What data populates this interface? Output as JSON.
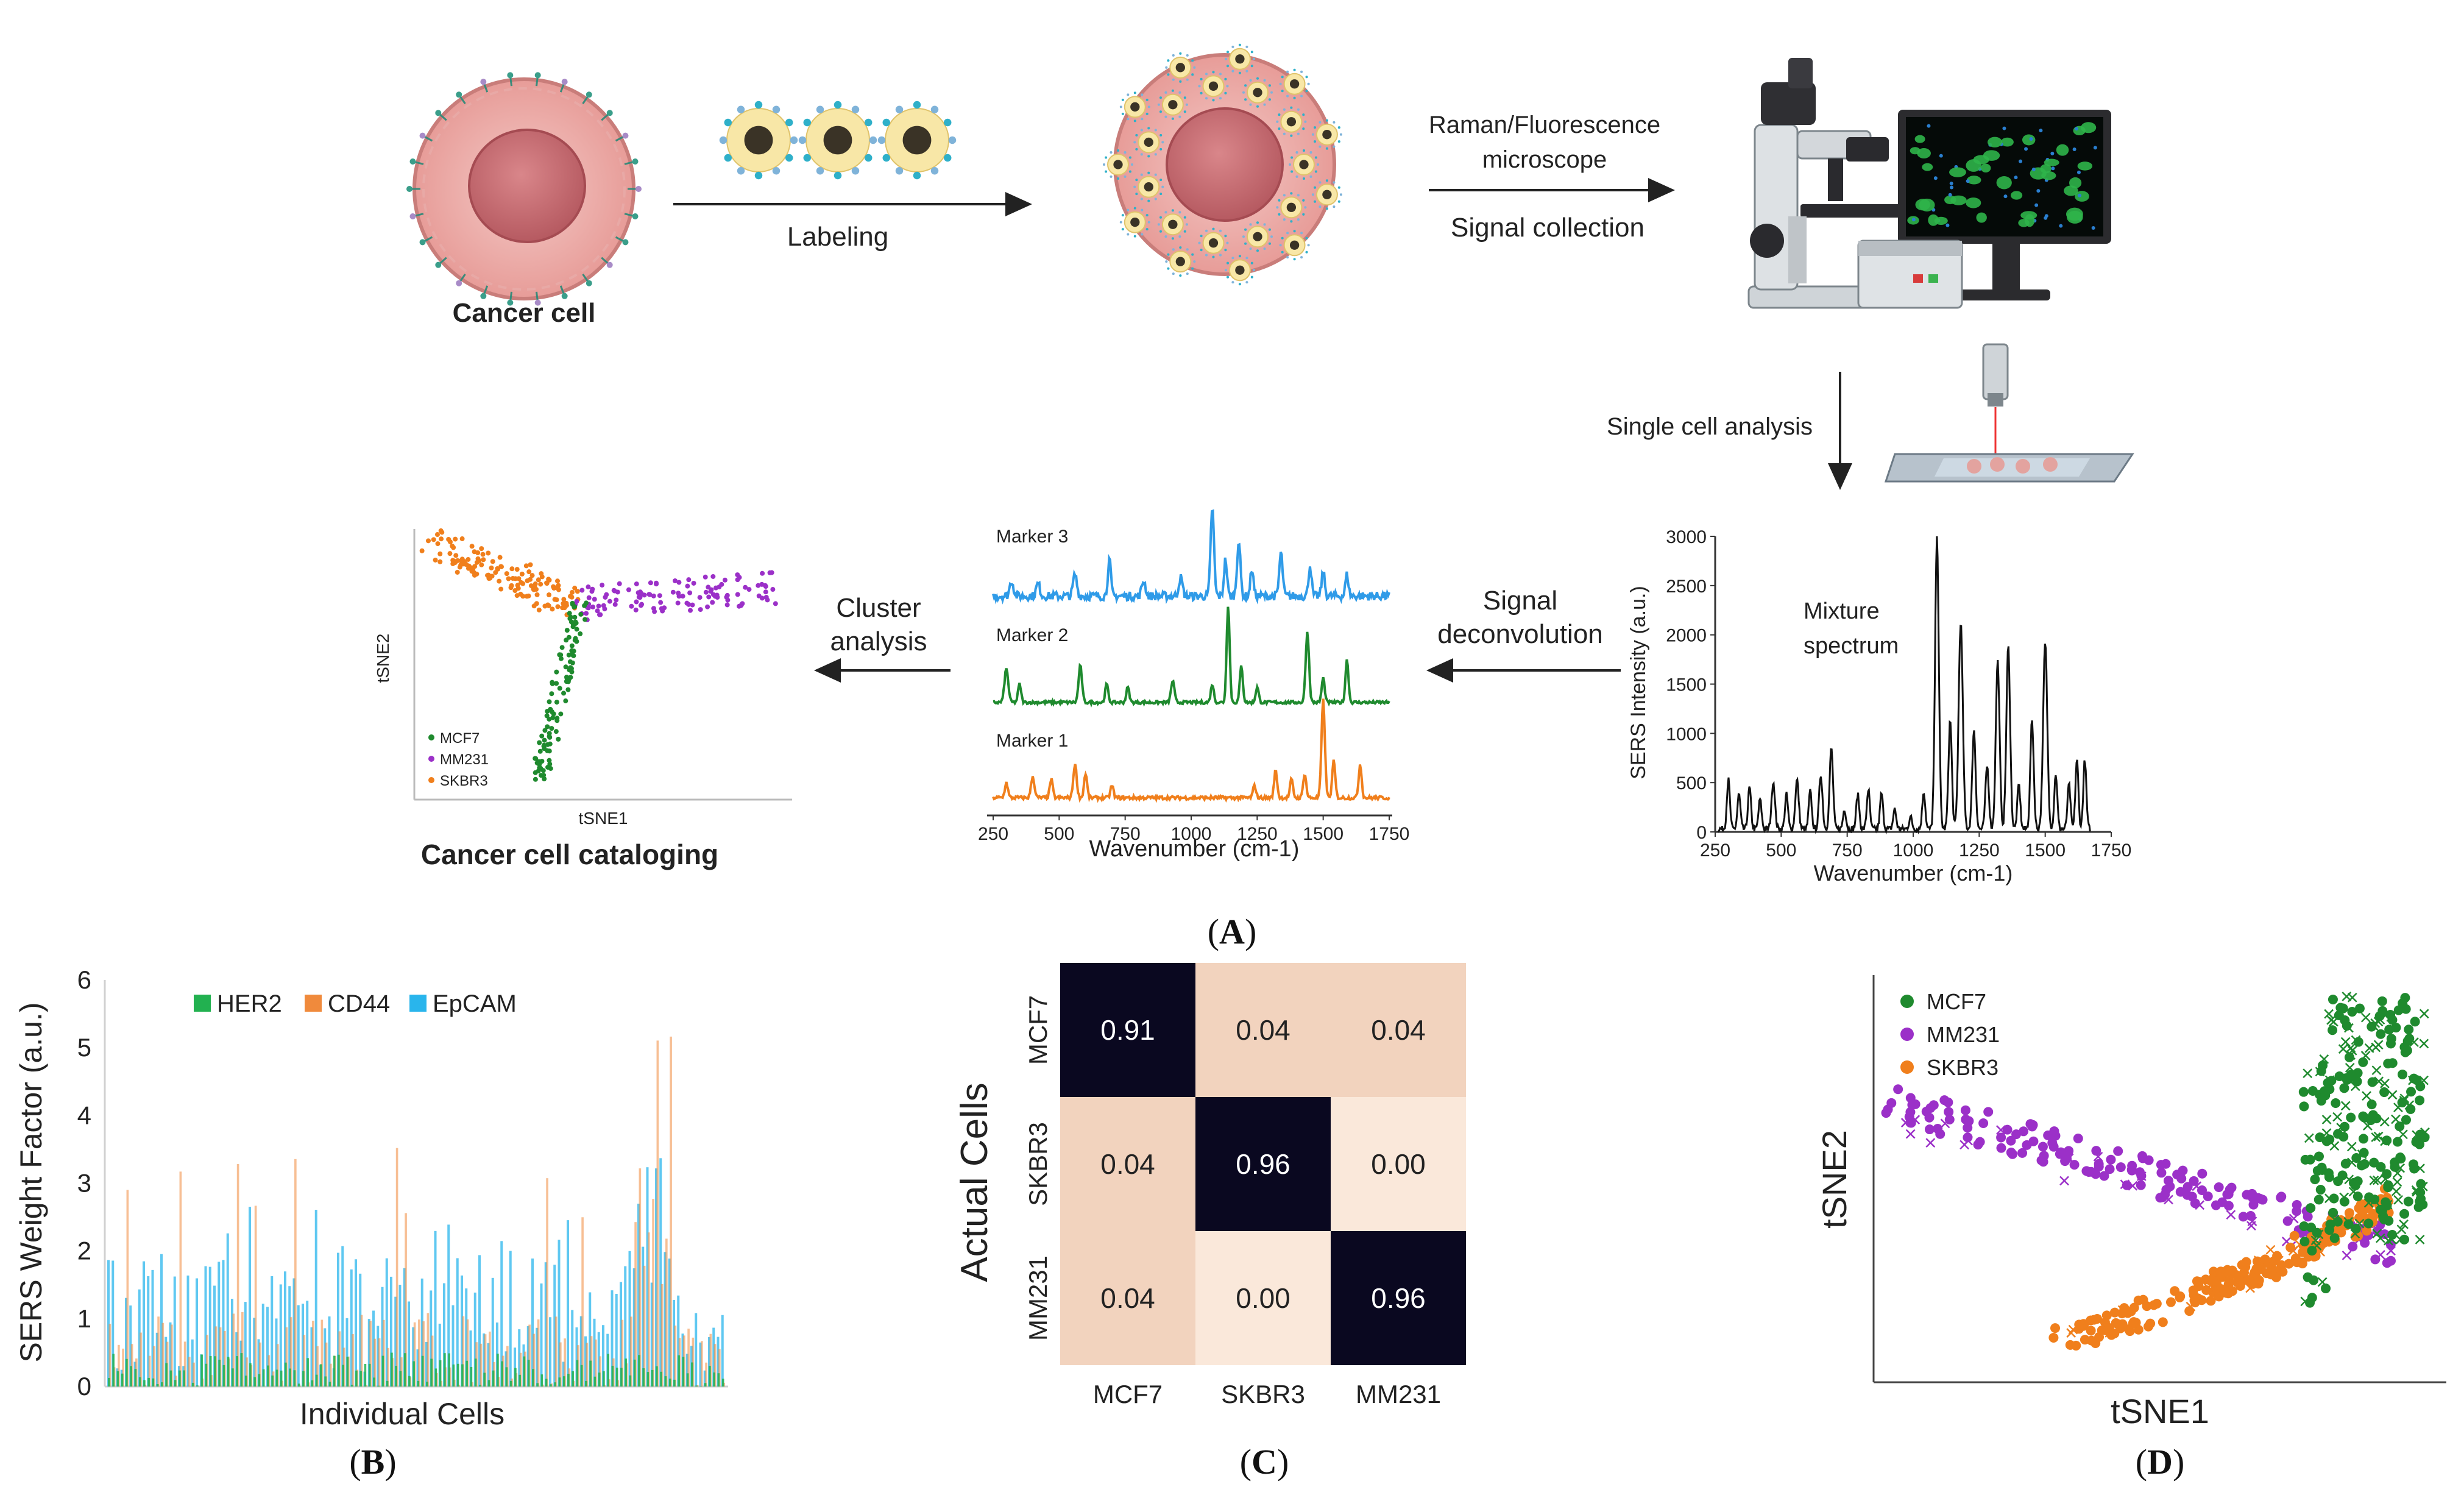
{
  "panelA": {
    "caption_prefix": "(",
    "caption_letter": "A",
    "caption_suffix": ")",
    "cancer_cell": "Cancer cell",
    "labeling": "Labeling",
    "microscope_line1": "Raman/Fluorescence",
    "microscope_line2": "microscope",
    "signal_collection": "Signal collection",
    "single_cell_analysis": "Single cell analysis",
    "signal_deconv_line1": "Signal",
    "signal_deconv_line2": "deconvolution",
    "cluster_line1": "Cluster",
    "cluster_line2": "analysis",
    "cataloging": "Cancer cell cataloging",
    "mixture_line1": "Mixture",
    "mixture_line2": "spectrum",
    "mixture_ylabel": "SERS Intensity (a.u.)",
    "mixture_xlabel": "Wavenumber (cm-1)",
    "mixture_yticks": [
      "0",
      "500",
      "1000",
      "1500",
      "2000",
      "2500",
      "3000"
    ],
    "mixture_xticks": [
      "250",
      "500",
      "750",
      "1000",
      "1250",
      "1500",
      "1750"
    ],
    "markers_xlabel": "Wavenumber (cm-1)",
    "markers_xticks": [
      "250",
      "500",
      "750",
      "1000",
      "1250",
      "1500",
      "1750"
    ],
    "marker3": "Marker 3",
    "marker2": "Marker 2",
    "marker1": "Marker 1",
    "mini_tsne_x": "tSNE1",
    "mini_tsne_y": "tSNE2",
    "mini_legend": [
      "MCF7",
      "MM231",
      "SKBR3"
    ]
  },
  "panelB": {
    "caption_prefix": "(",
    "caption_letter": "B",
    "caption_suffix": ")",
    "ylabel": "SERS Weight Factor (a.u.)",
    "xlabel": "Individual Cells",
    "yticks": [
      "0",
      "1",
      "2",
      "3",
      "4",
      "5",
      "6"
    ],
    "legend": [
      "HER2",
      "CD44",
      "EpCAM"
    ]
  },
  "panelC": {
    "caption_prefix": "(",
    "caption_letter": "C",
    "caption_suffix": ")",
    "ylabel": "Actual Cells",
    "row_labels": [
      "MCF7",
      "SKBR3",
      "MM231"
    ],
    "col_labels": [
      "MCF7",
      "SKBR3",
      "MM231"
    ],
    "cells": [
      [
        "0.91",
        "0.04",
        "0.04"
      ],
      [
        "0.04",
        "0.96",
        "0.00"
      ],
      [
        "0.04",
        "0.00",
        "0.96"
      ]
    ]
  },
  "panelD": {
    "caption_prefix": "(",
    "caption_letter": "D",
    "caption_suffix": ")",
    "xlabel": "tSNE1",
    "ylabel": "tSNE2",
    "legend": [
      "MCF7",
      "MM231",
      "SKBR3"
    ]
  },
  "colors": {
    "green": "#1f8a2e",
    "purple": "#9b30c8",
    "orange": "#f07f1c",
    "blue": "#2f9be8",
    "heat_dark": "#0a0820",
    "heat_peach": "#f2d3be",
    "heat_light": "#fae8da",
    "her2": "#22b150",
    "cd44": "#f08a3c",
    "epcam": "#29b5ec"
  },
  "chart_data": [
    {
      "type": "heatmap",
      "title": "",
      "ylabel": "Actual Cells",
      "rows": [
        "MCF7",
        "SKBR3",
        "MM231"
      ],
      "cols": [
        "MCF7",
        "SKBR3",
        "MM231"
      ],
      "values": [
        [
          0.91,
          0.04,
          0.04
        ],
        [
          0.04,
          0.96,
          0.0
        ],
        [
          0.04,
          0.0,
          0.96
        ]
      ]
    },
    {
      "type": "bar",
      "title": "",
      "xlabel": "Individual Cells",
      "ylabel": "SERS Weight Factor (a.u.)",
      "ylim": [
        0,
        6
      ],
      "series": [
        {
          "name": "HER2"
        },
        {
          "name": "CD44"
        },
        {
          "name": "EpCAM"
        }
      ]
    },
    {
      "type": "scatter",
      "xlabel": "tSNE1",
      "ylabel": "tSNE2",
      "series": [
        {
          "name": "MCF7"
        },
        {
          "name": "MM231"
        },
        {
          "name": "SKBR3"
        }
      ]
    },
    {
      "type": "line",
      "xlabel": "Wavenumber (cm-1)",
      "ylabel": "SERS Intensity (a.u.)",
      "xlim": [
        250,
        1750
      ],
      "ylim": [
        0,
        3000
      ]
    }
  ]
}
